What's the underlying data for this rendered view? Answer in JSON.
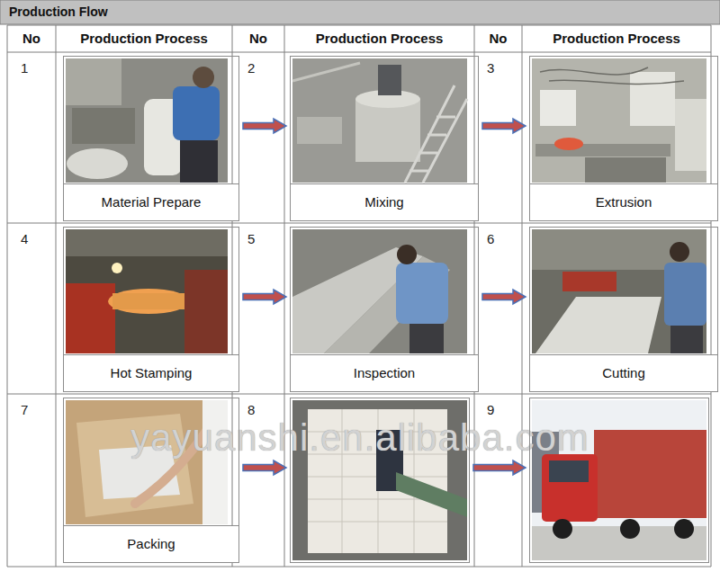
{
  "diagram": {
    "title": "Production Flow",
    "nodes": [
      {
        "text": [
          "1",
          "Material Prepare"
        ]
      },
      {
        "text": [
          "2",
          "Mixing"
        ]
      },
      {
        "text": [
          "3",
          "Extrusion"
        ]
      },
      {
        "text": [
          "4",
          "Hot Stamping"
        ]
      },
      {
        "text": [
          "5",
          "Inspection"
        ]
      },
      {
        "text": [
          "6",
          "Cutting"
        ]
      },
      {
        "text": [
          "7",
          "Packing"
        ]
      },
      {
        "text": [
          "8"
        ]
      },
      {
        "text": [
          "9"
        ]
      }
    ],
    "edges": [
      {
        "from": 0,
        "to": 1,
        "arrow": "to"
      },
      {
        "from": 1,
        "to": 2,
        "arrow": "to"
      },
      {
        "from": 3,
        "to": 4,
        "arrow": "to"
      },
      {
        "from": 4,
        "to": 5,
        "arrow": "to"
      },
      {
        "from": 6,
        "to": 7,
        "arrow": "to"
      },
      {
        "from": 7,
        "to": 8,
        "arrow": "to"
      }
    ],
    "labels": [
      "No",
      "Production Process",
      "No",
      "Production Process",
      "No",
      "Production Process",
      "yayuanshi.en.alibaba.com"
    ]
  }
}
